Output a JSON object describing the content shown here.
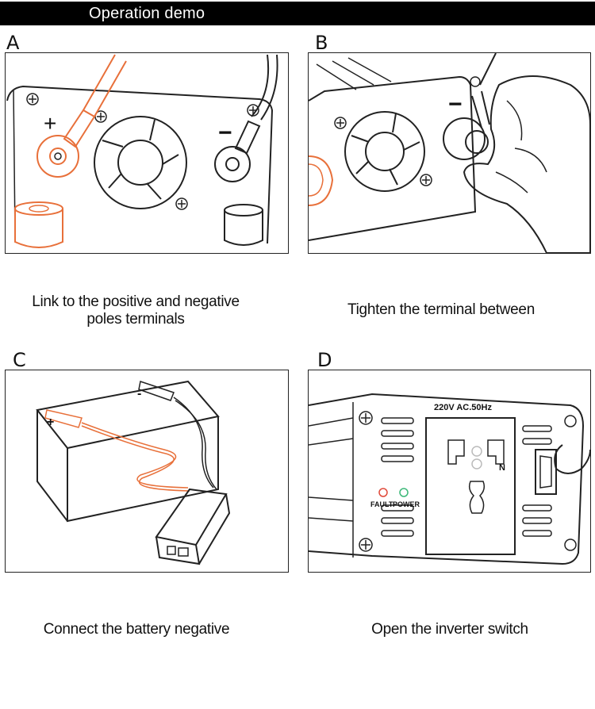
{
  "header": {
    "title": "Operation demo"
  },
  "steps": [
    {
      "letter": "A",
      "caption": "Link to the positive and negative poles terminals",
      "plus": "+",
      "minus": "−"
    },
    {
      "letter": "B",
      "caption": "Tighten the terminal between",
      "minus": "−"
    },
    {
      "letter": "C",
      "caption": "Connect the battery negative",
      "plus": "+",
      "minus": "-"
    },
    {
      "letter": "D",
      "caption": "Open the inverter switch",
      "voltage_label": "220V AC.50Hz",
      "n_label": "N",
      "fault_label": "FAULT",
      "power_label": "POWER"
    }
  ],
  "colors": {
    "accent": "#e8703a",
    "line": "#222222",
    "header_bg": "#000000",
    "header_text": "#ffffff",
    "fault_led": "#e04a3a",
    "power_led": "#3cb878"
  }
}
